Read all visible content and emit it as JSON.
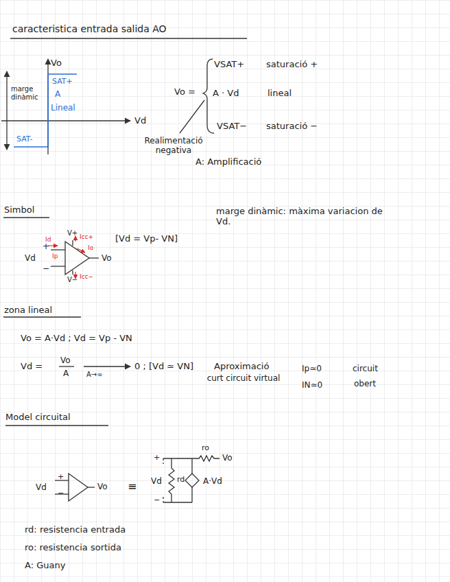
{
  "diagram": {
    "title": "caracteristica entrada salida AO",
    "labels": [
      "Vo",
      "SAT+",
      "A",
      "Lineal",
      "Vd",
      "SAT-",
      "marge dinàmic",
      "Vo =",
      "VSAT+",
      "saturació +",
      "A · Vd",
      "lineal",
      "VSAT−",
      "saturació −",
      "Realimentació negativa",
      "A: Amplificació",
      "Simbol",
      "marge dinàmic: màxima variacion de Vd.",
      "V+",
      "Id",
      "Icc+",
      "Ip",
      "Io",
      "Vd",
      "+",
      "−",
      "Vo",
      "V−",
      "Icc−",
      "[Vd = Vp- VN]",
      "zona lineal",
      "Vo = A·Vd ; Vd = Vp - VN",
      "Vd =",
      "Vo",
      "A",
      "A→∞",
      "0 ; [Vd ≃ VN]",
      "Aproximació",
      "curt circuit virtual",
      "Ip≃0",
      "IN≃0",
      "circuit",
      "obert",
      "Model circuital",
      "Vd",
      "+",
      "−",
      "Vo",
      "≡",
      "+",
      "Vd",
      "−",
      "rd",
      "A·Vd",
      "ro",
      "Vo",
      "rd: resistencia entrada",
      "ro: resistencia sortida",
      "A: Guany"
    ]
  }
}
